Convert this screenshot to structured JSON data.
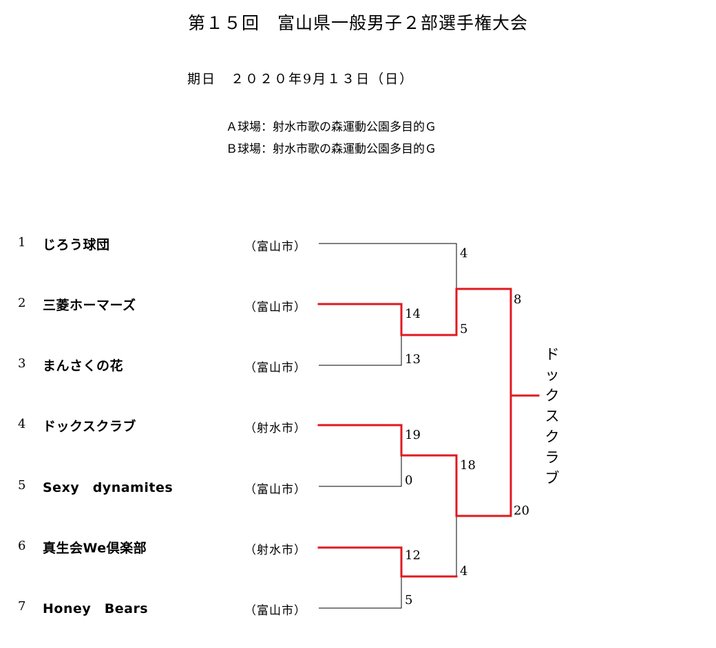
{
  "header": {
    "title": "第１５回　富山県一般男子２部選手権大会",
    "date": "期日　２０２０年9月１３日（日）",
    "venues": [
      "Ａ球場：射水市歌の森運動公園多目的Ｇ",
      "Ｂ球場：射水市歌の森運動公園多目的Ｇ"
    ]
  },
  "teams": [
    {
      "seed": "1",
      "name": "じろう球団",
      "city": "（富山市）"
    },
    {
      "seed": "2",
      "name": "三菱ホーマーズ",
      "city": "（富山市）"
    },
    {
      "seed": "3",
      "name": "まんさくの花",
      "city": "（富山市）"
    },
    {
      "seed": "4",
      "name": "ドックスクラブ",
      "city": "（射水市）"
    },
    {
      "seed": "5",
      "name": "Sexy　dynamites",
      "city": "（富山市）"
    },
    {
      "seed": "6",
      "name": "真生会We倶楽部",
      "city": "（射水市）"
    },
    {
      "seed": "7",
      "name": "Honey　Bears",
      "city": "（富山市）"
    }
  ],
  "scores": {
    "r1_2_vs_3": [
      "14",
      "13"
    ],
    "r1_4_vs_5": [
      "19",
      "0"
    ],
    "r1_6_vs_7": [
      "12",
      "5"
    ],
    "r2_1_vs_w23": [
      "4",
      "5"
    ],
    "r2_w45_vs_w67": [
      "18",
      "4"
    ],
    "final": [
      "8",
      "20"
    ]
  },
  "champion": "ドックスクラブ",
  "colors": {
    "winner_line": "#e0191f",
    "line": "#000000"
  }
}
